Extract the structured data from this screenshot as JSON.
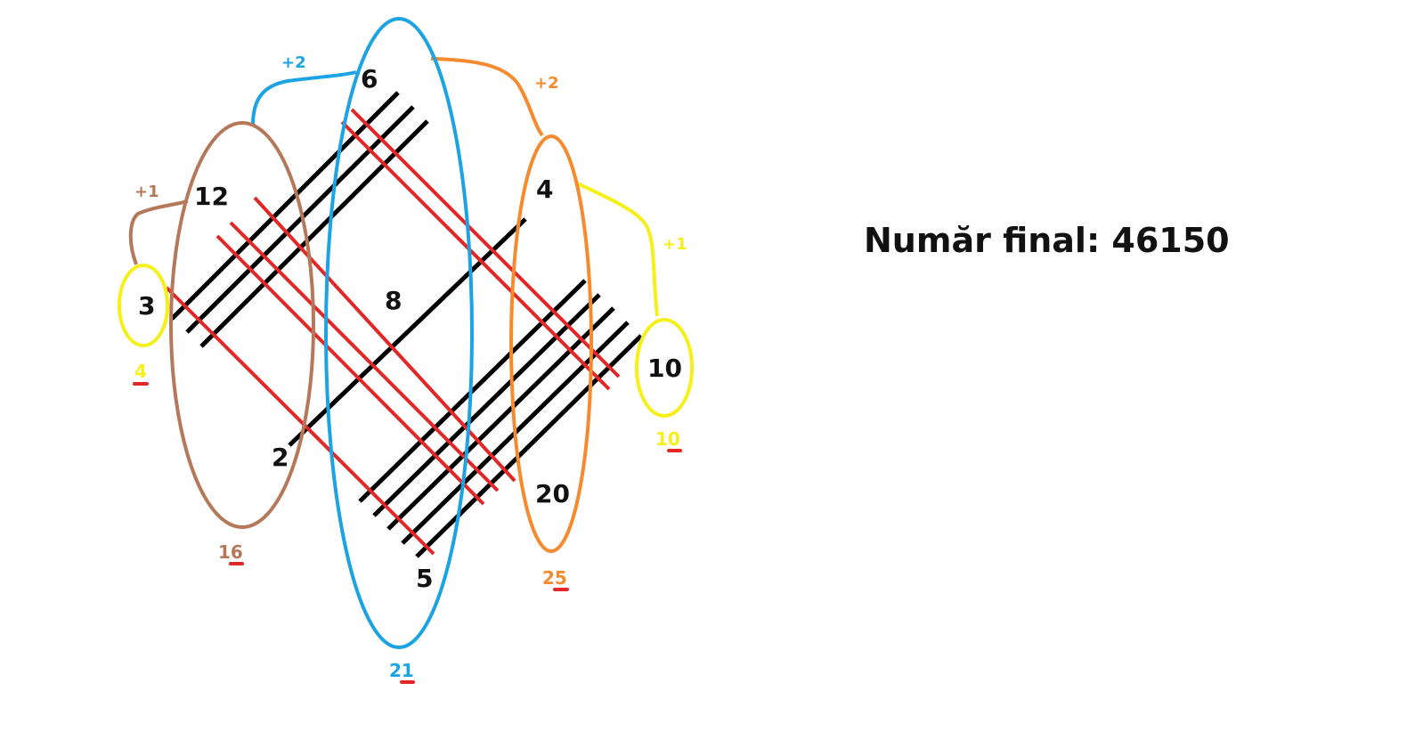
{
  "final_text": "Număr final: 46150",
  "colors": {
    "yellow": "#f5ef1a",
    "brown": "#b5785a",
    "blue": "#1ca3e3",
    "orange": "#f68a2e",
    "red": "#e32626",
    "black": "#000000"
  },
  "numbers": {
    "n3": "3",
    "n12": "12",
    "n6": "6",
    "n4": "4",
    "n8": "8",
    "n2": "2",
    "n5": "5",
    "n20": "20",
    "n10": "10"
  },
  "sums": {
    "s4": "4",
    "s16": "16",
    "s21": "21",
    "s25": "25",
    "s10": "10"
  },
  "increments": {
    "brown": "+1",
    "blue": "+2",
    "orange": "+2",
    "yellow": "+1"
  }
}
